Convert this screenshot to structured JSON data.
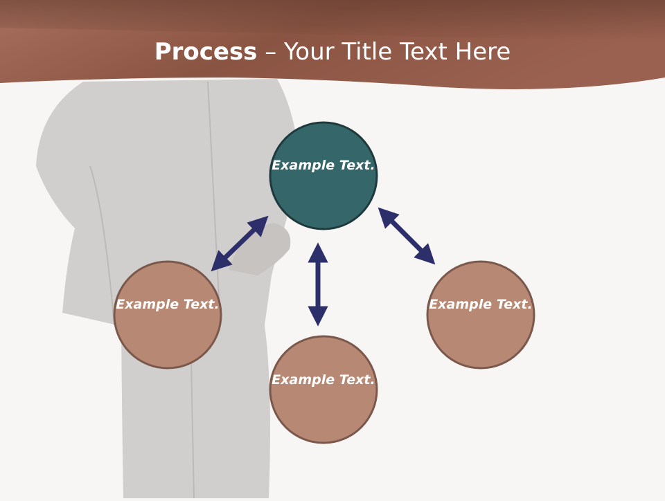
{
  "header": {
    "title_bold": "Process",
    "title_rest": " – Your Title Text Here"
  },
  "colors": {
    "header_band": "#9a6252",
    "header_band_dark": "#6b4232",
    "center_node": "#34666a",
    "outer_node": "#b78873",
    "node_outline": "#7a584c",
    "arrows": "#2d2f6b",
    "figure": "#d1cfcd"
  },
  "diagram": {
    "center": {
      "label": "Example Text."
    },
    "nodes": [
      {
        "label": "Example Text."
      },
      {
        "label": "Example Text."
      },
      {
        "label": "Example Text."
      }
    ]
  }
}
